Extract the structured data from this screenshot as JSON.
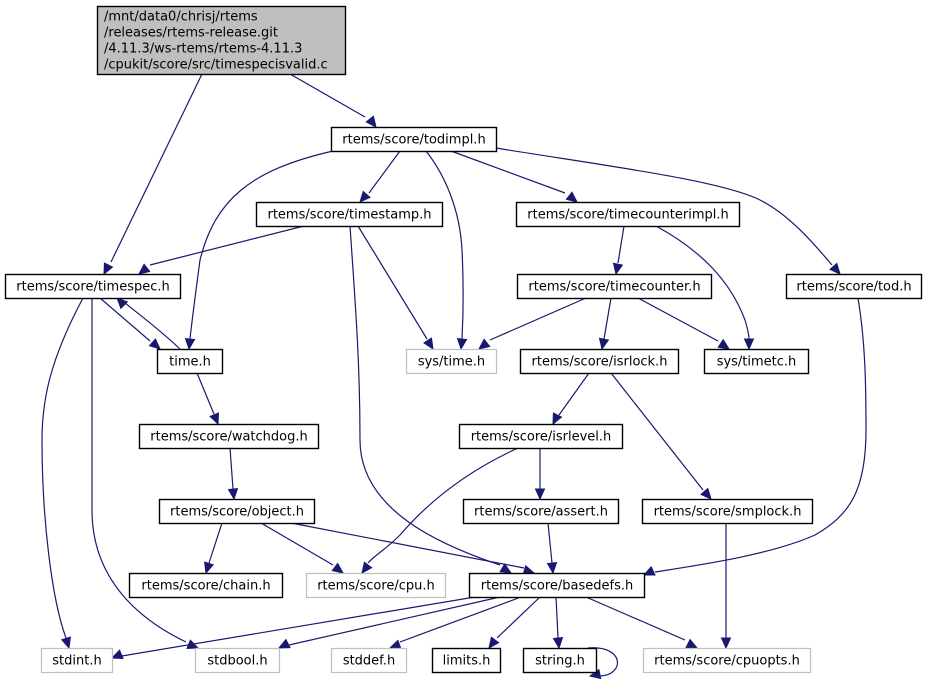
{
  "graph": {
    "title": "Include dependency graph for timespecisvalid.c",
    "colors": {
      "edge": "#191970",
      "node_border": "#000000",
      "node_border_missing": "#bfbfbf",
      "root_fill": "#bfbfbf",
      "node_fill": "#ffffff",
      "text": "#000000"
    },
    "nodes": [
      {
        "id": "root",
        "label_lines": [
          "/mnt/data0/chrisj/rtems",
          "/releases/rtems-release.git",
          "/4.11.3/ws-rtems/rtems-4.11.3",
          "/cpukit/score/src/timespecisvalid.c"
        ],
        "kind": "root"
      },
      {
        "id": "todimpl",
        "label_lines": [
          "rtems/score/todimpl.h"
        ],
        "kind": "normal"
      },
      {
        "id": "timestamp",
        "label_lines": [
          "rtems/score/timestamp.h"
        ],
        "kind": "normal"
      },
      {
        "id": "timecounterimpl",
        "label_lines": [
          "rtems/score/timecounterimpl.h"
        ],
        "kind": "normal"
      },
      {
        "id": "timespec",
        "label_lines": [
          "rtems/score/timespec.h"
        ],
        "kind": "normal"
      },
      {
        "id": "timecounter",
        "label_lines": [
          "rtems/score/timecounter.h"
        ],
        "kind": "normal"
      },
      {
        "id": "tod",
        "label_lines": [
          "rtems/score/tod.h"
        ],
        "kind": "normal"
      },
      {
        "id": "time",
        "label_lines": [
          "time.h"
        ],
        "kind": "normal"
      },
      {
        "id": "systime",
        "label_lines": [
          "sys/time.h"
        ],
        "kind": "missing"
      },
      {
        "id": "isrlock",
        "label_lines": [
          "rtems/score/isrlock.h"
        ],
        "kind": "normal"
      },
      {
        "id": "systimetc",
        "label_lines": [
          "sys/timetc.h"
        ],
        "kind": "normal"
      },
      {
        "id": "watchdog",
        "label_lines": [
          "rtems/score/watchdog.h"
        ],
        "kind": "normal"
      },
      {
        "id": "isrlevel",
        "label_lines": [
          "rtems/score/isrlevel.h"
        ],
        "kind": "normal"
      },
      {
        "id": "object",
        "label_lines": [
          "rtems/score/object.h"
        ],
        "kind": "normal"
      },
      {
        "id": "assert",
        "label_lines": [
          "rtems/score/assert.h"
        ],
        "kind": "normal"
      },
      {
        "id": "smplock",
        "label_lines": [
          "rtems/score/smplock.h"
        ],
        "kind": "normal"
      },
      {
        "id": "chain",
        "label_lines": [
          "rtems/score/chain.h"
        ],
        "kind": "normal"
      },
      {
        "id": "cpu",
        "label_lines": [
          "rtems/score/cpu.h"
        ],
        "kind": "missing"
      },
      {
        "id": "basedefs",
        "label_lines": [
          "rtems/score/basedefs.h"
        ],
        "kind": "normal"
      },
      {
        "id": "stdint",
        "label_lines": [
          "stdint.h"
        ],
        "kind": "missing"
      },
      {
        "id": "stdbool",
        "label_lines": [
          "stdbool.h"
        ],
        "kind": "missing"
      },
      {
        "id": "stddef",
        "label_lines": [
          "stddef.h"
        ],
        "kind": "missing"
      },
      {
        "id": "limits",
        "label_lines": [
          "limits.h"
        ],
        "kind": "normal"
      },
      {
        "id": "string",
        "label_lines": [
          "string.h"
        ],
        "kind": "normal"
      },
      {
        "id": "cpuopts",
        "label_lines": [
          "rtems/score/cpuopts.h"
        ],
        "kind": "missing"
      }
    ],
    "edges": [
      {
        "from": "root",
        "to": "timespec"
      },
      {
        "from": "root",
        "to": "todimpl"
      },
      {
        "from": "todimpl",
        "to": "timestamp"
      },
      {
        "from": "todimpl",
        "to": "timecounterimpl"
      },
      {
        "from": "todimpl",
        "to": "tod"
      },
      {
        "from": "todimpl",
        "to": "time"
      },
      {
        "from": "todimpl",
        "to": "systime"
      },
      {
        "from": "timestamp",
        "to": "timespec"
      },
      {
        "from": "timestamp",
        "to": "systime"
      },
      {
        "from": "timestamp",
        "to": "basedefs"
      },
      {
        "from": "timecounterimpl",
        "to": "timecounter"
      },
      {
        "from": "timecounterimpl",
        "to": "systimetc"
      },
      {
        "from": "timespec",
        "to": "time"
      },
      {
        "from": "timespec",
        "to": "stdint"
      },
      {
        "from": "timespec",
        "to": "stdbool"
      },
      {
        "from": "time",
        "to": "timespec"
      },
      {
        "from": "time",
        "to": "watchdog"
      },
      {
        "from": "timecounter",
        "to": "systime"
      },
      {
        "from": "timecounter",
        "to": "isrlock"
      },
      {
        "from": "timecounter",
        "to": "systimetc"
      },
      {
        "from": "tod",
        "to": "basedefs"
      },
      {
        "from": "isrlock",
        "to": "isrlevel"
      },
      {
        "from": "isrlock",
        "to": "smplock"
      },
      {
        "from": "watchdog",
        "to": "object"
      },
      {
        "from": "isrlevel",
        "to": "assert"
      },
      {
        "from": "isrlevel",
        "to": "cpu"
      },
      {
        "from": "object",
        "to": "chain"
      },
      {
        "from": "object",
        "to": "cpu"
      },
      {
        "from": "object",
        "to": "basedefs"
      },
      {
        "from": "assert",
        "to": "basedefs"
      },
      {
        "from": "smplock",
        "to": "cpuopts"
      },
      {
        "from": "basedefs",
        "to": "stdint"
      },
      {
        "from": "basedefs",
        "to": "stdbool"
      },
      {
        "from": "basedefs",
        "to": "stddef"
      },
      {
        "from": "basedefs",
        "to": "limits"
      },
      {
        "from": "basedefs",
        "to": "string"
      },
      {
        "from": "basedefs",
        "to": "cpuopts"
      },
      {
        "from": "string",
        "to": "string"
      }
    ]
  }
}
